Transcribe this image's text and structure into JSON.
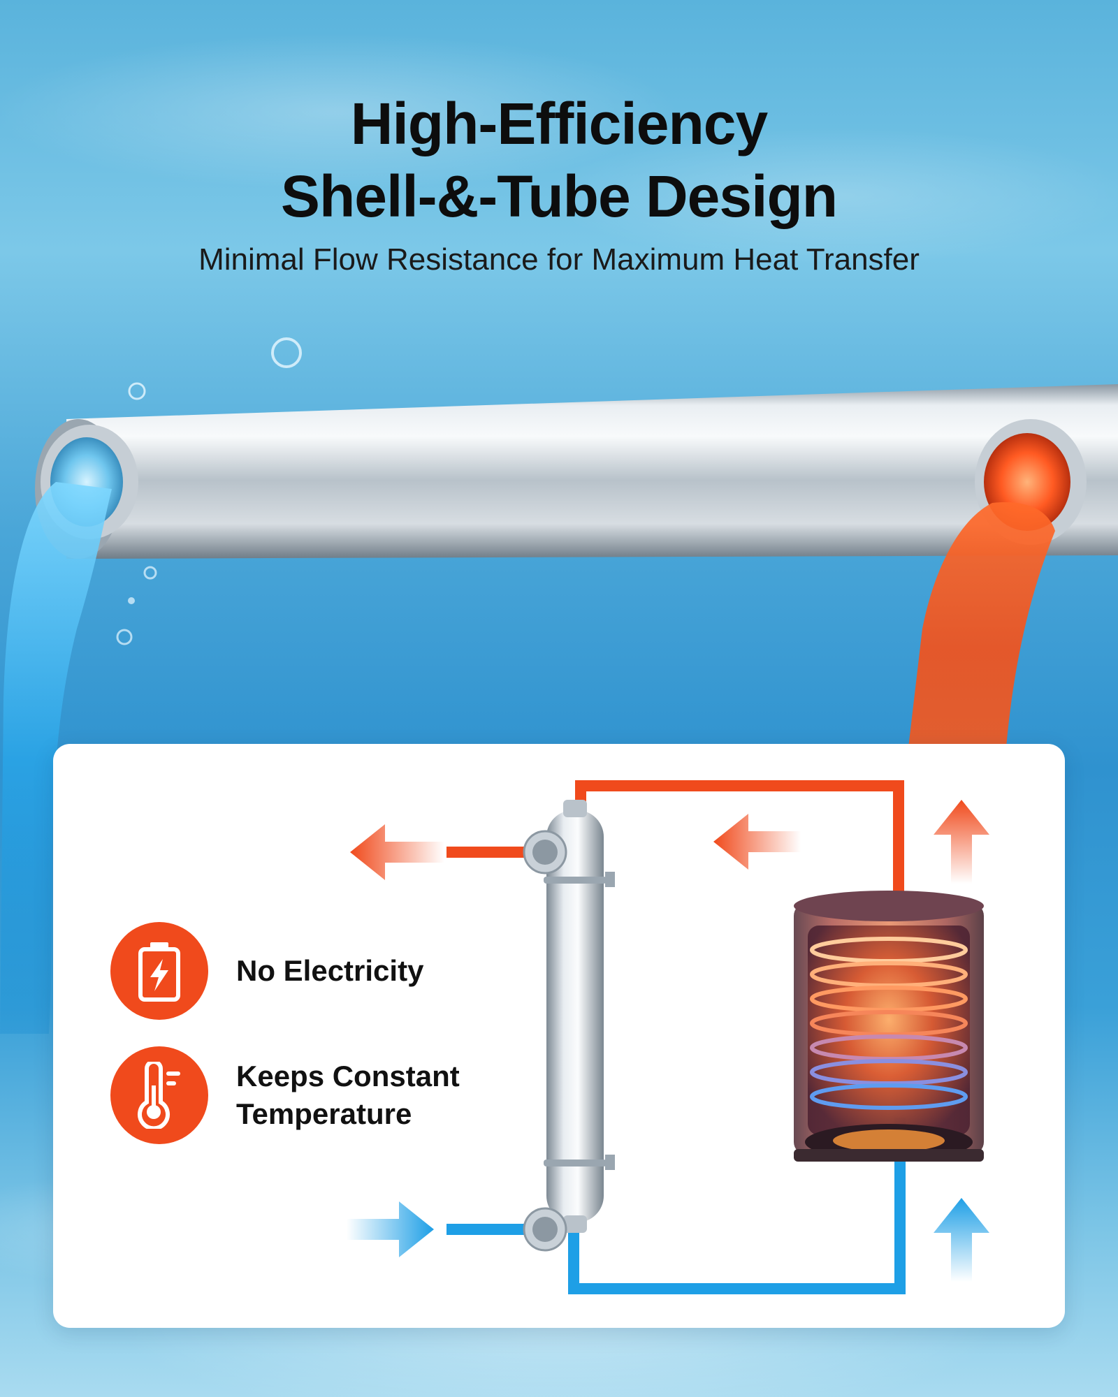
{
  "headline": {
    "title_line1": "High-Efficiency",
    "title_line2": "Shell-&-Tube Design",
    "subtitle": "Minimal Flow Resistance for Maximum Heat Transfer"
  },
  "features": [
    {
      "icon": "battery-bolt-icon",
      "label": "No Electricity"
    },
    {
      "icon": "thermometer-icon",
      "label_line1": "Keeps Constant",
      "label_line2": "Temperature"
    }
  ],
  "colors": {
    "hot": "#f04a1c",
    "cold": "#1e9fe6",
    "card": "#ffffff",
    "text": "#111111"
  }
}
